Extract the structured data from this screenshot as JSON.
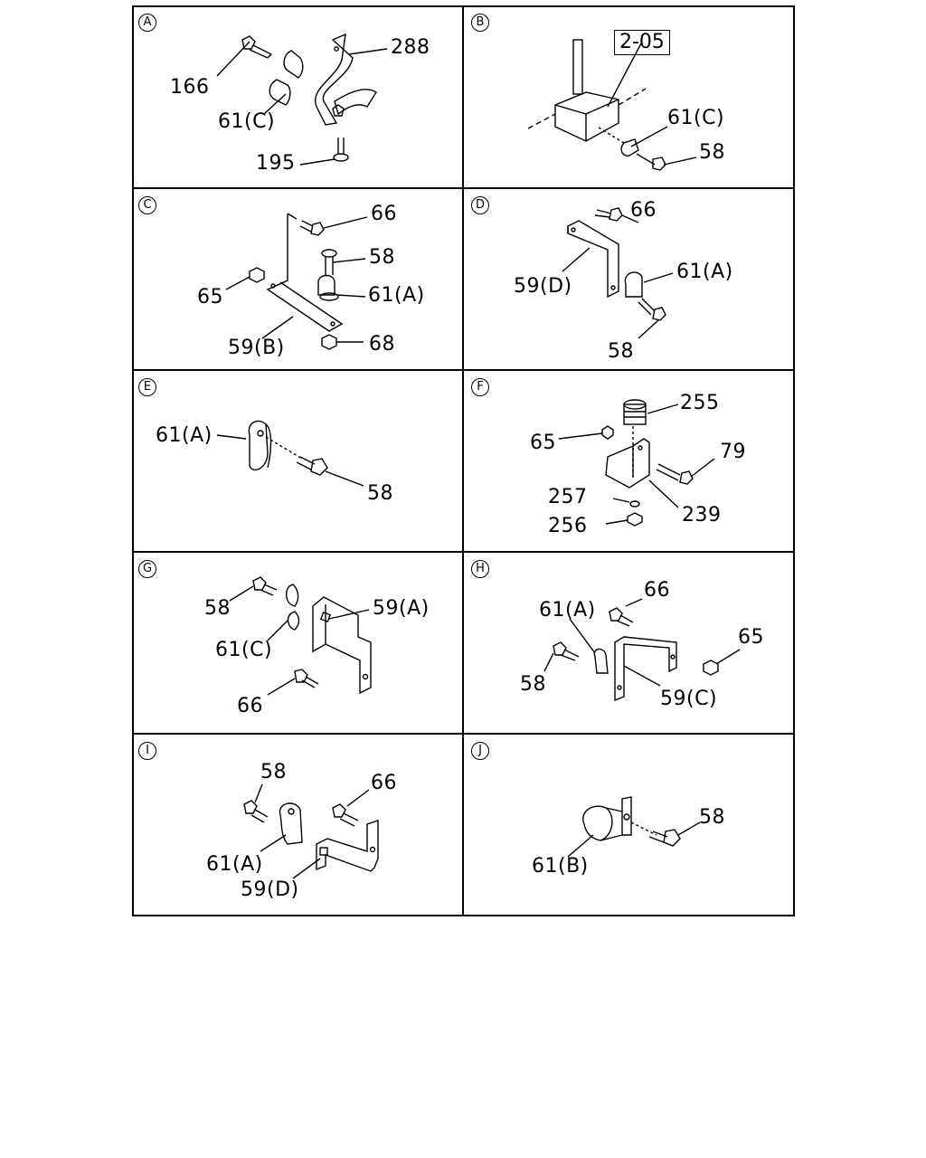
{
  "panels": {
    "A": {
      "badge": "A",
      "labels": [
        "288",
        "166",
        "61(C)",
        "195"
      ]
    },
    "B": {
      "badge": "B",
      "ref": "2-05",
      "labels": [
        "61(C)",
        "58"
      ]
    },
    "C": {
      "badge": "C",
      "labels": [
        "66",
        "58",
        "65",
        "61(A)",
        "59(B)",
        "68"
      ]
    },
    "D": {
      "badge": "D",
      "labels": [
        "66",
        "61(A)",
        "59(D)",
        "58"
      ]
    },
    "E": {
      "badge": "E",
      "labels": [
        "61(A)",
        "58"
      ]
    },
    "F": {
      "badge": "F",
      "labels": [
        "255",
        "65",
        "79",
        "257",
        "239",
        "256"
      ]
    },
    "G": {
      "badge": "G",
      "labels": [
        "58",
        "59(A)",
        "61(C)",
        "66"
      ]
    },
    "H": {
      "badge": "H",
      "labels": [
        "66",
        "61(A)",
        "65",
        "58",
        "59(C)"
      ]
    },
    "I": {
      "badge": "I",
      "labels": [
        "58",
        "66",
        "61(A)",
        "59(D)"
      ]
    },
    "J": {
      "badge": "J",
      "labels": [
        "58",
        "61(B)"
      ]
    }
  }
}
